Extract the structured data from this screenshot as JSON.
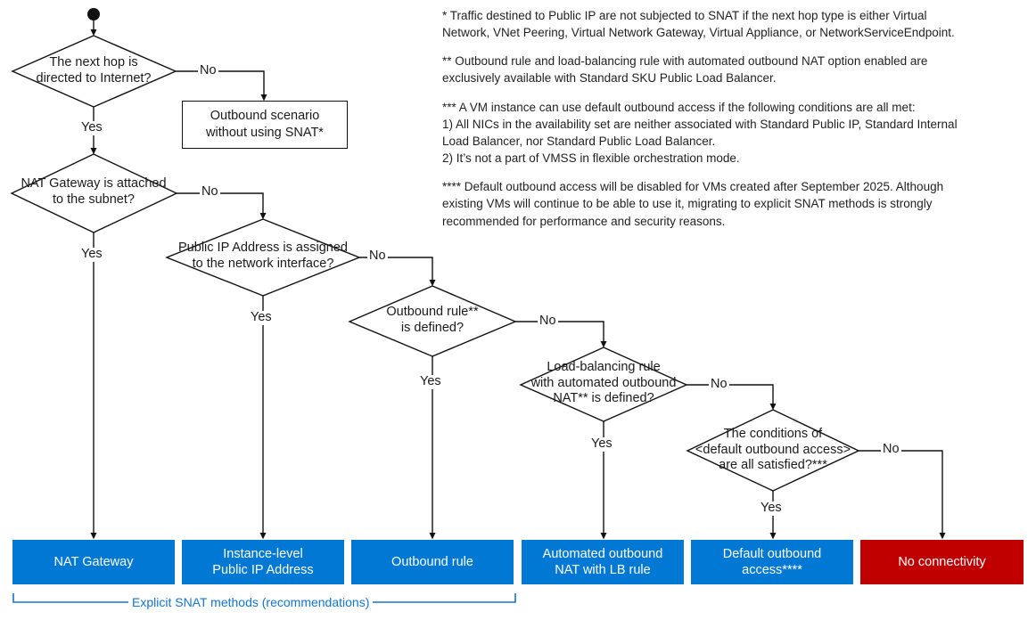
{
  "diagram": {
    "title": "Azure outbound connectivity SNAT decision flowchart",
    "start_node": "start-dot",
    "colors": {
      "blue": "#0078d4",
      "red": "#c00000",
      "line": "#111111",
      "bracket": "#1174cf"
    }
  },
  "decisions": [
    {
      "id": "next-hop",
      "lines": [
        "The next hop is",
        "directed to Internet?"
      ],
      "yes": "Yes",
      "no": "No"
    },
    {
      "id": "nat-gateway",
      "lines": [
        "NAT Gateway is attached",
        "to the subnet?"
      ],
      "yes": "Yes",
      "no": "No"
    },
    {
      "id": "public-ip",
      "lines": [
        "Public IP Address is assigned",
        "to the network interface?"
      ],
      "yes": "Yes",
      "no": "No"
    },
    {
      "id": "outbound-rule",
      "lines": [
        "Outbound rule** ",
        "is defined?"
      ],
      "yes": "Yes",
      "no": "No"
    },
    {
      "id": "lb-rule",
      "lines": [
        "Load-balancing rule",
        "with automated outbound",
        "NAT** is defined?"
      ],
      "yes": "Yes",
      "no": "No"
    },
    {
      "id": "default-access",
      "lines": [
        "The conditions of",
        "<default outbound access>",
        "are all satisfied?***"
      ],
      "yes": "Yes",
      "no": "No"
    }
  ],
  "process_box": {
    "id": "outbound-scenario",
    "lines": [
      "Outbound scenario",
      "without using SNAT*"
    ]
  },
  "terminals": [
    {
      "id": "nat-gateway-result",
      "lines": [
        "NAT Gateway"
      ],
      "color": "blue"
    },
    {
      "id": "instance-level-pip",
      "lines": [
        "Instance-level",
        "Public IP Address"
      ],
      "color": "blue"
    },
    {
      "id": "outbound-rule-result",
      "lines": [
        "Outbound rule"
      ],
      "color": "blue"
    },
    {
      "id": "automated-outbound-nat",
      "lines": [
        "Automated outbound",
        "NAT with LB rule"
      ],
      "color": "blue"
    },
    {
      "id": "default-outbound-access",
      "lines": [
        "Default outbound",
        "access****"
      ],
      "color": "blue"
    },
    {
      "id": "no-connectivity",
      "lines": [
        "No connectivity"
      ],
      "color": "red"
    }
  ],
  "bracket": {
    "label": "Explicit SNAT methods (recommendations)"
  },
  "notes": [
    {
      "id": "note-1",
      "lines": [
        "* Traffic destined to Public IP are not subjected to SNAT if the next hop type is either Virtual",
        "Network, VNet Peering, Virtual Network Gateway, Virtual Appliance, or NetworkServiceEndpoint."
      ]
    },
    {
      "id": "note-2",
      "lines": [
        "** Outbound rule and load-balancing rule with automated outbound NAT option enabled are",
        "exclusively available with Standard SKU Public Load Balancer."
      ]
    },
    {
      "id": "note-3",
      "lines": [
        "*** A VM instance can use default outbound access if the following conditions are all met:",
        "1) All NICs in the availability set are neither associated with Standard Public IP, Standard Internal",
        "Load Balancer, nor Standard Public Load Balancer.",
        "2) It’s not a part of VMSS in flexible orchestration mode."
      ]
    },
    {
      "id": "note-4",
      "lines": [
        "**** Default outbound access will be disabled for VMs created after September 2025. Although",
        "existing VMs will continue to be able to use it, migrating to explicit SNAT methods is strongly",
        "recommended for performance and security reasons."
      ]
    }
  ]
}
